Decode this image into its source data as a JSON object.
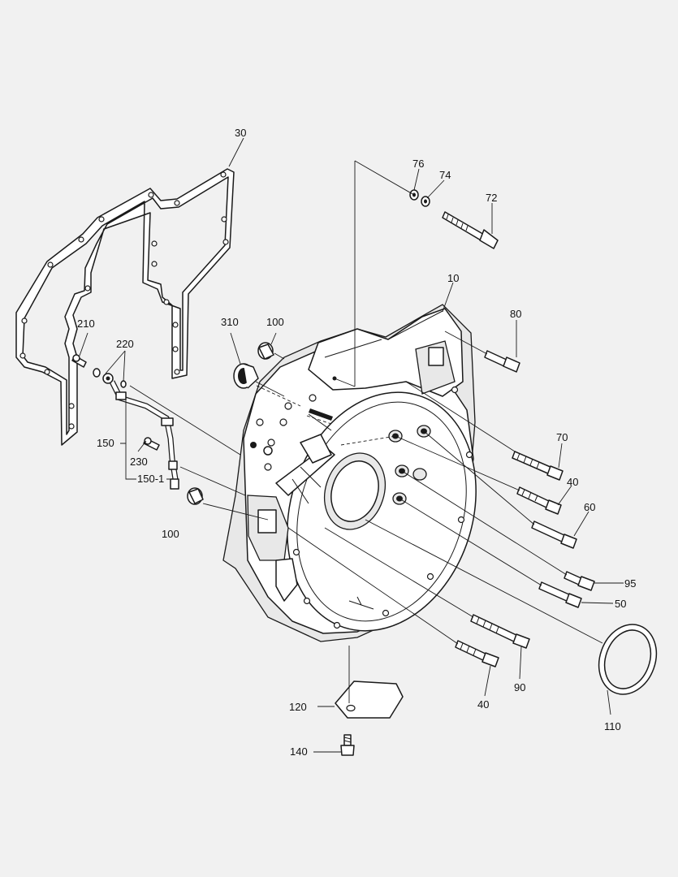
{
  "labels": {
    "p10": "10",
    "p30": "30",
    "p40a": "40",
    "p40b": "40",
    "p50": "50",
    "p60": "60",
    "p70": "70",
    "p72": "72",
    "p74": "74",
    "p76": "76",
    "p80": "80",
    "p90": "90",
    "p95": "95",
    "p100a": "100",
    "p100b": "100",
    "p110": "110",
    "p120": "120",
    "p140": "140",
    "p150": "150",
    "p150_1": "150-1",
    "p210": "210",
    "p220": "220",
    "p230": "230",
    "p310": "310"
  }
}
